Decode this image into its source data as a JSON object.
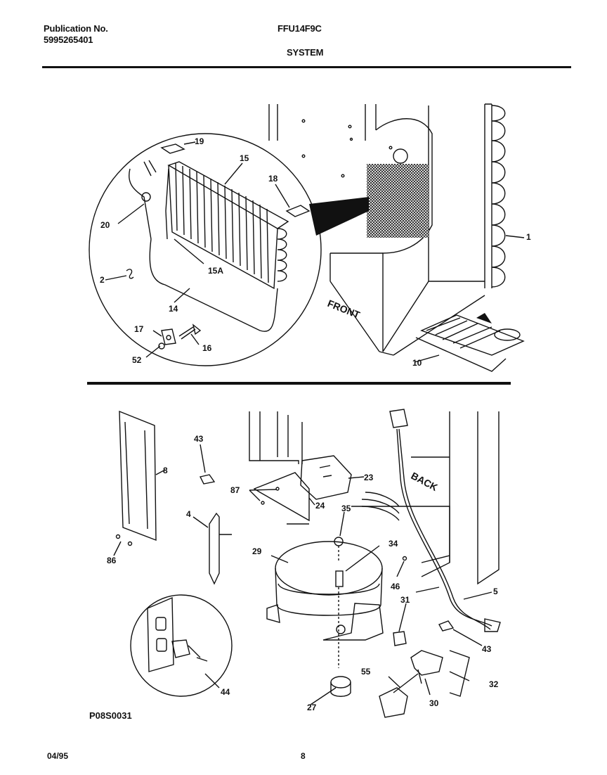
{
  "header": {
    "publication_label": "Publication No.",
    "publication_number": "5995265401",
    "model": "FFU14F9C",
    "section": "SYSTEM"
  },
  "callouts": {
    "c1": "1",
    "c2": "2",
    "c10": "10",
    "c14": "14",
    "c15": "15",
    "c15a": "15A",
    "c16": "16",
    "c17": "17",
    "c18": "18",
    "c19": "19",
    "c20": "20",
    "c52": "52",
    "c4": "4",
    "c5": "5",
    "c8": "8",
    "c23": "23",
    "c24": "24",
    "c27": "27",
    "c29": "29",
    "c30": "30",
    "c31": "31",
    "c32": "32",
    "c34": "34",
    "c35": "35",
    "c43a": "43",
    "c43b": "43",
    "c44": "44",
    "c46": "46",
    "c55": "55",
    "c86": "86",
    "c87": "87"
  },
  "labels": {
    "front": "FRONT",
    "back": "BACK"
  },
  "drawing_id": "P08S0031",
  "footer": {
    "date": "04/95",
    "page": "8"
  }
}
